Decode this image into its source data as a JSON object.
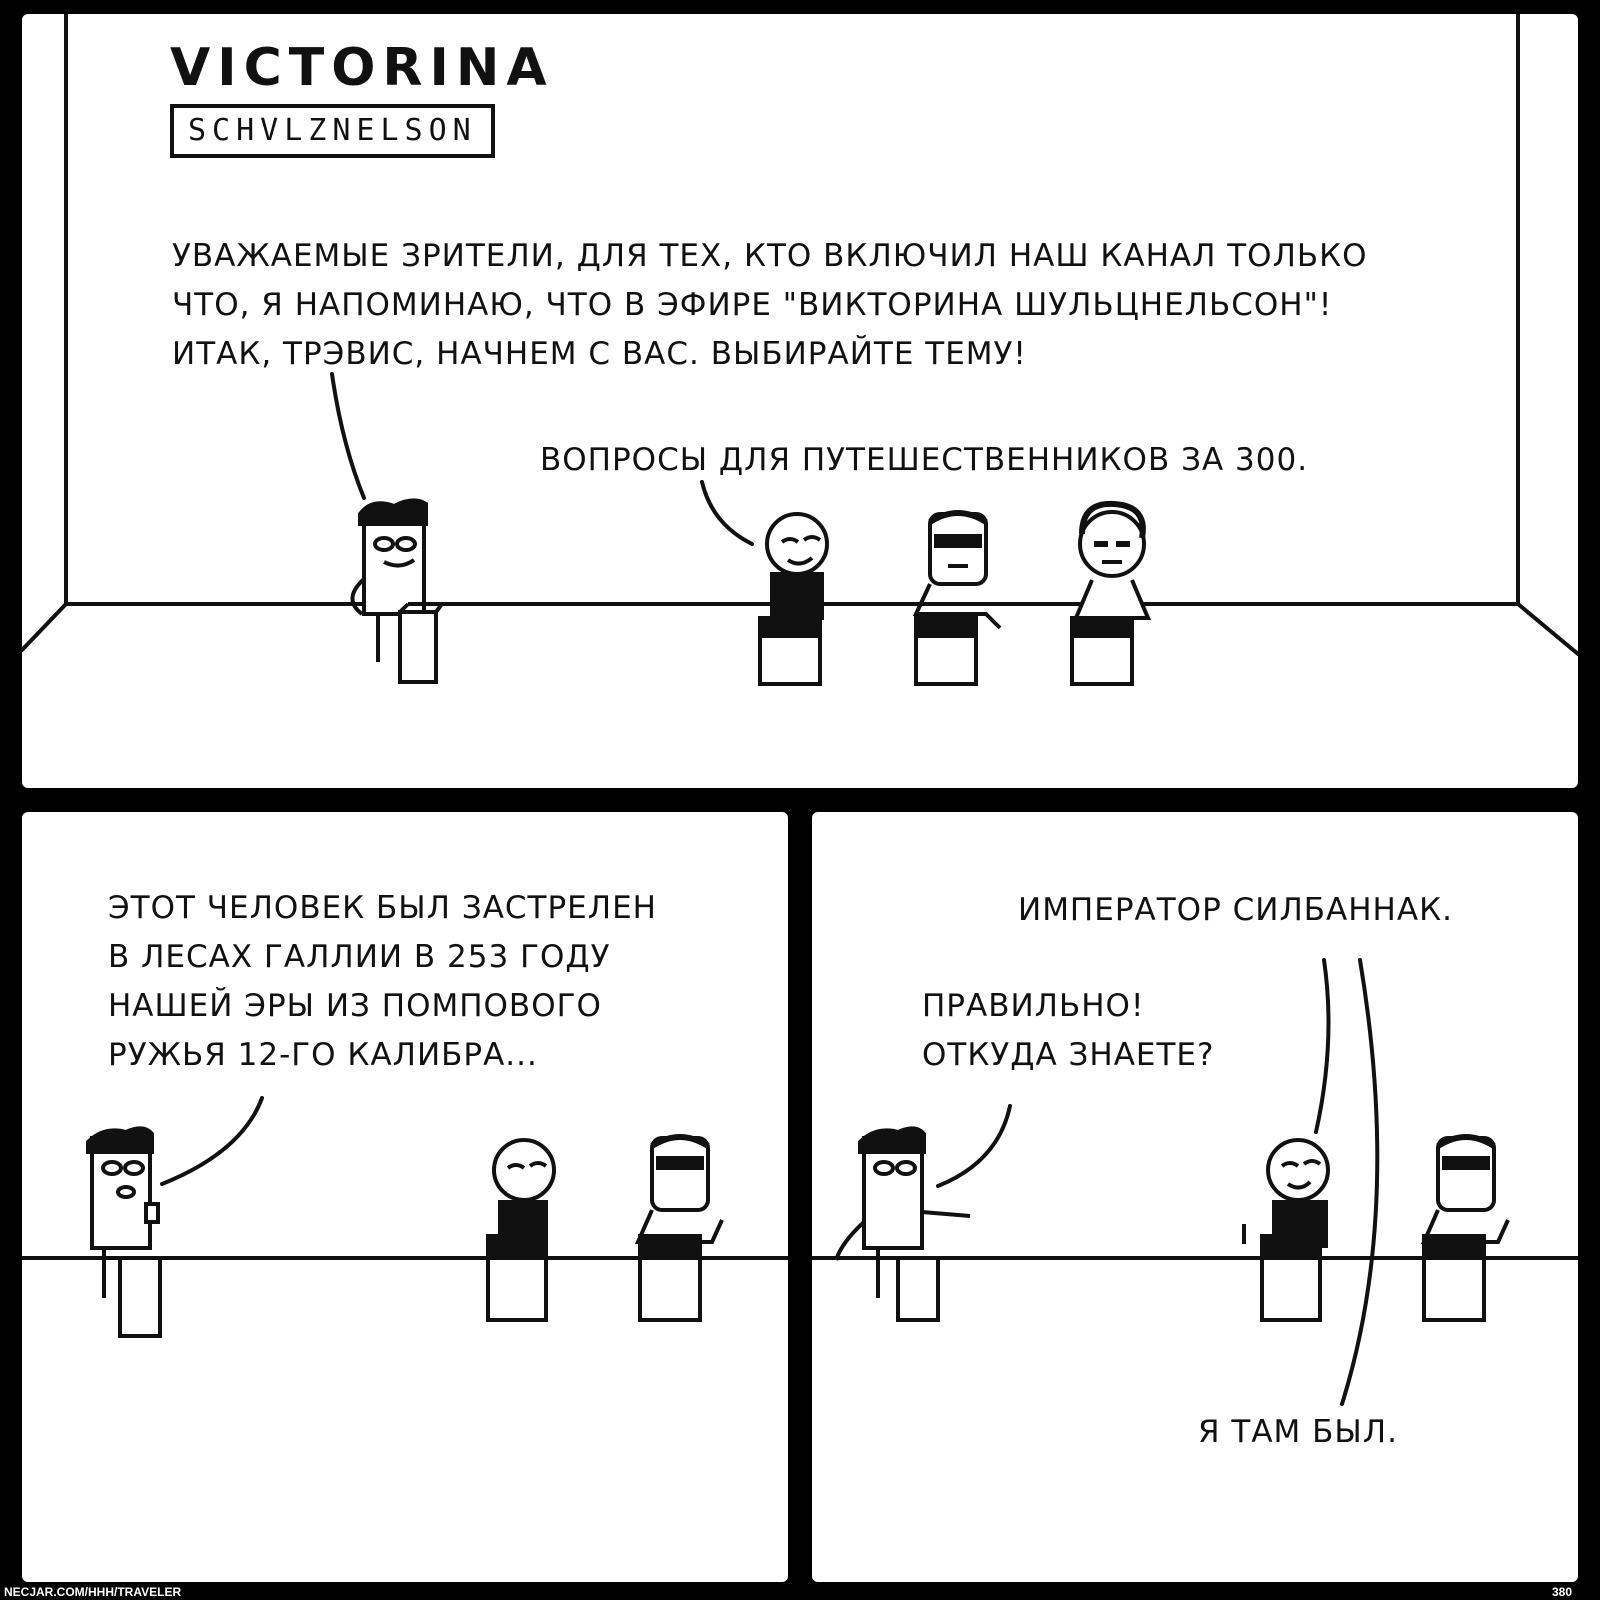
{
  "logo": {
    "title": "VICTORINA",
    "subtitle": "SCHVLZNELSON"
  },
  "panel1": {
    "host_speech": "УВАЖАЕМЫЕ ЗРИТЕЛИ, ДЛЯ ТЕХ, КТО ВКЛЮЧИЛ НАШ КАНАЛ ТОЛЬКО\nЧТО, Я НАПОМИНАЮ, ЧТО В ЭФИРЕ \"ВИКТОРИНА ШУЛЬЦНЕЛЬСОН\"!\nИТАК, ТРЭВИС, НАЧНЕМ С ВАС. ВЫБИРАЙТЕ ТЕМУ!",
    "contestant_speech": "ВОПРОСЫ ДЛЯ ПУТЕШЕСТВЕННИКОВ ЗА 300."
  },
  "panel2": {
    "host_speech": "ЭТОТ ЧЕЛОВЕК БЫЛ ЗАСТРЕЛЕН\nВ ЛЕСАХ ГАЛЛИИ В 253 ГОДУ\nНАШЕЙ ЭРЫ ИЗ ПОМПОВОГО\nРУЖЬЯ 12-ГО КАЛИБРА..."
  },
  "panel3": {
    "contestant_answer": "ИМПЕРАТОР СИЛБАННАК.",
    "host_speech": "ПРАВИЛЬНО!\nОТКУДА ЗНАЕТЕ?",
    "contestant_reply": "Я ТАМ БЫЛ."
  },
  "footer": {
    "site": "NECJAR.COM/HHH/TRAVELER",
    "page": "380"
  }
}
